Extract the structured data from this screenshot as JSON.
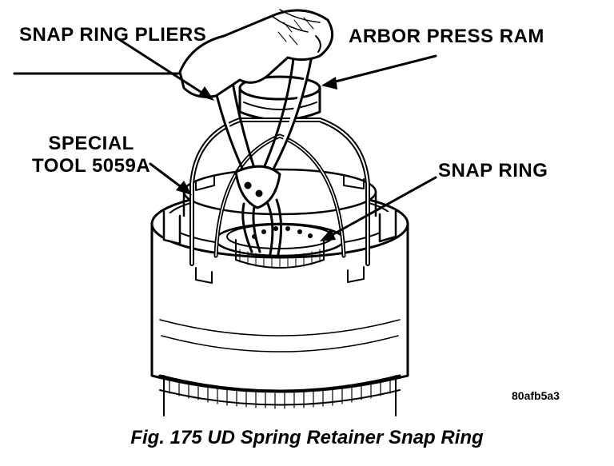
{
  "callouts": {
    "snap_ring_pliers": "SNAP RING PLIERS",
    "arbor_press_ram": "ARBOR PRESS RAM",
    "special_tool_line1": "SPECIAL",
    "special_tool_line2": "TOOL 5059A",
    "snap_ring": "SNAP RING"
  },
  "image_code": "80afb5a3",
  "caption": "Fig. 175 UD Spring Retainer Snap Ring",
  "colors": {
    "ink": "#000000",
    "paper": "#ffffff"
  }
}
